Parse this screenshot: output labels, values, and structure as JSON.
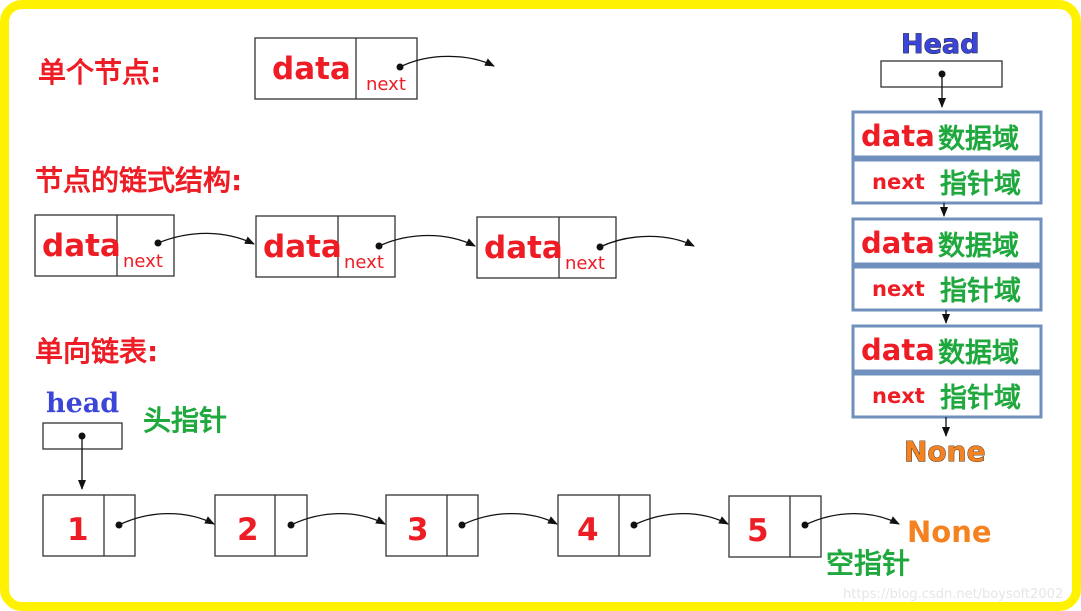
{
  "sections": {
    "single_node": "单个节点:",
    "node_chain": "节点的链式结构:",
    "singly_linked_list": "单向链表:"
  },
  "node": {
    "data": "data",
    "next": "next"
  },
  "list": {
    "head": "head",
    "head_pointer": "头指针",
    "values": [
      "1",
      "2",
      "3",
      "4",
      "5"
    ],
    "end": "None",
    "null_pointer": "空指针"
  },
  "vertical": {
    "head": "Head",
    "data": "data",
    "data_field": "数据域",
    "next": "next",
    "pointer_field": "指针域",
    "end": "None"
  },
  "watermark": "https://blog.csdn.net/boysoft2002",
  "colors": {
    "border": "#fff200",
    "red": "#ee1c24",
    "green": "#1fa83d",
    "blue": "#3b45d8",
    "orange": "#f58220"
  }
}
